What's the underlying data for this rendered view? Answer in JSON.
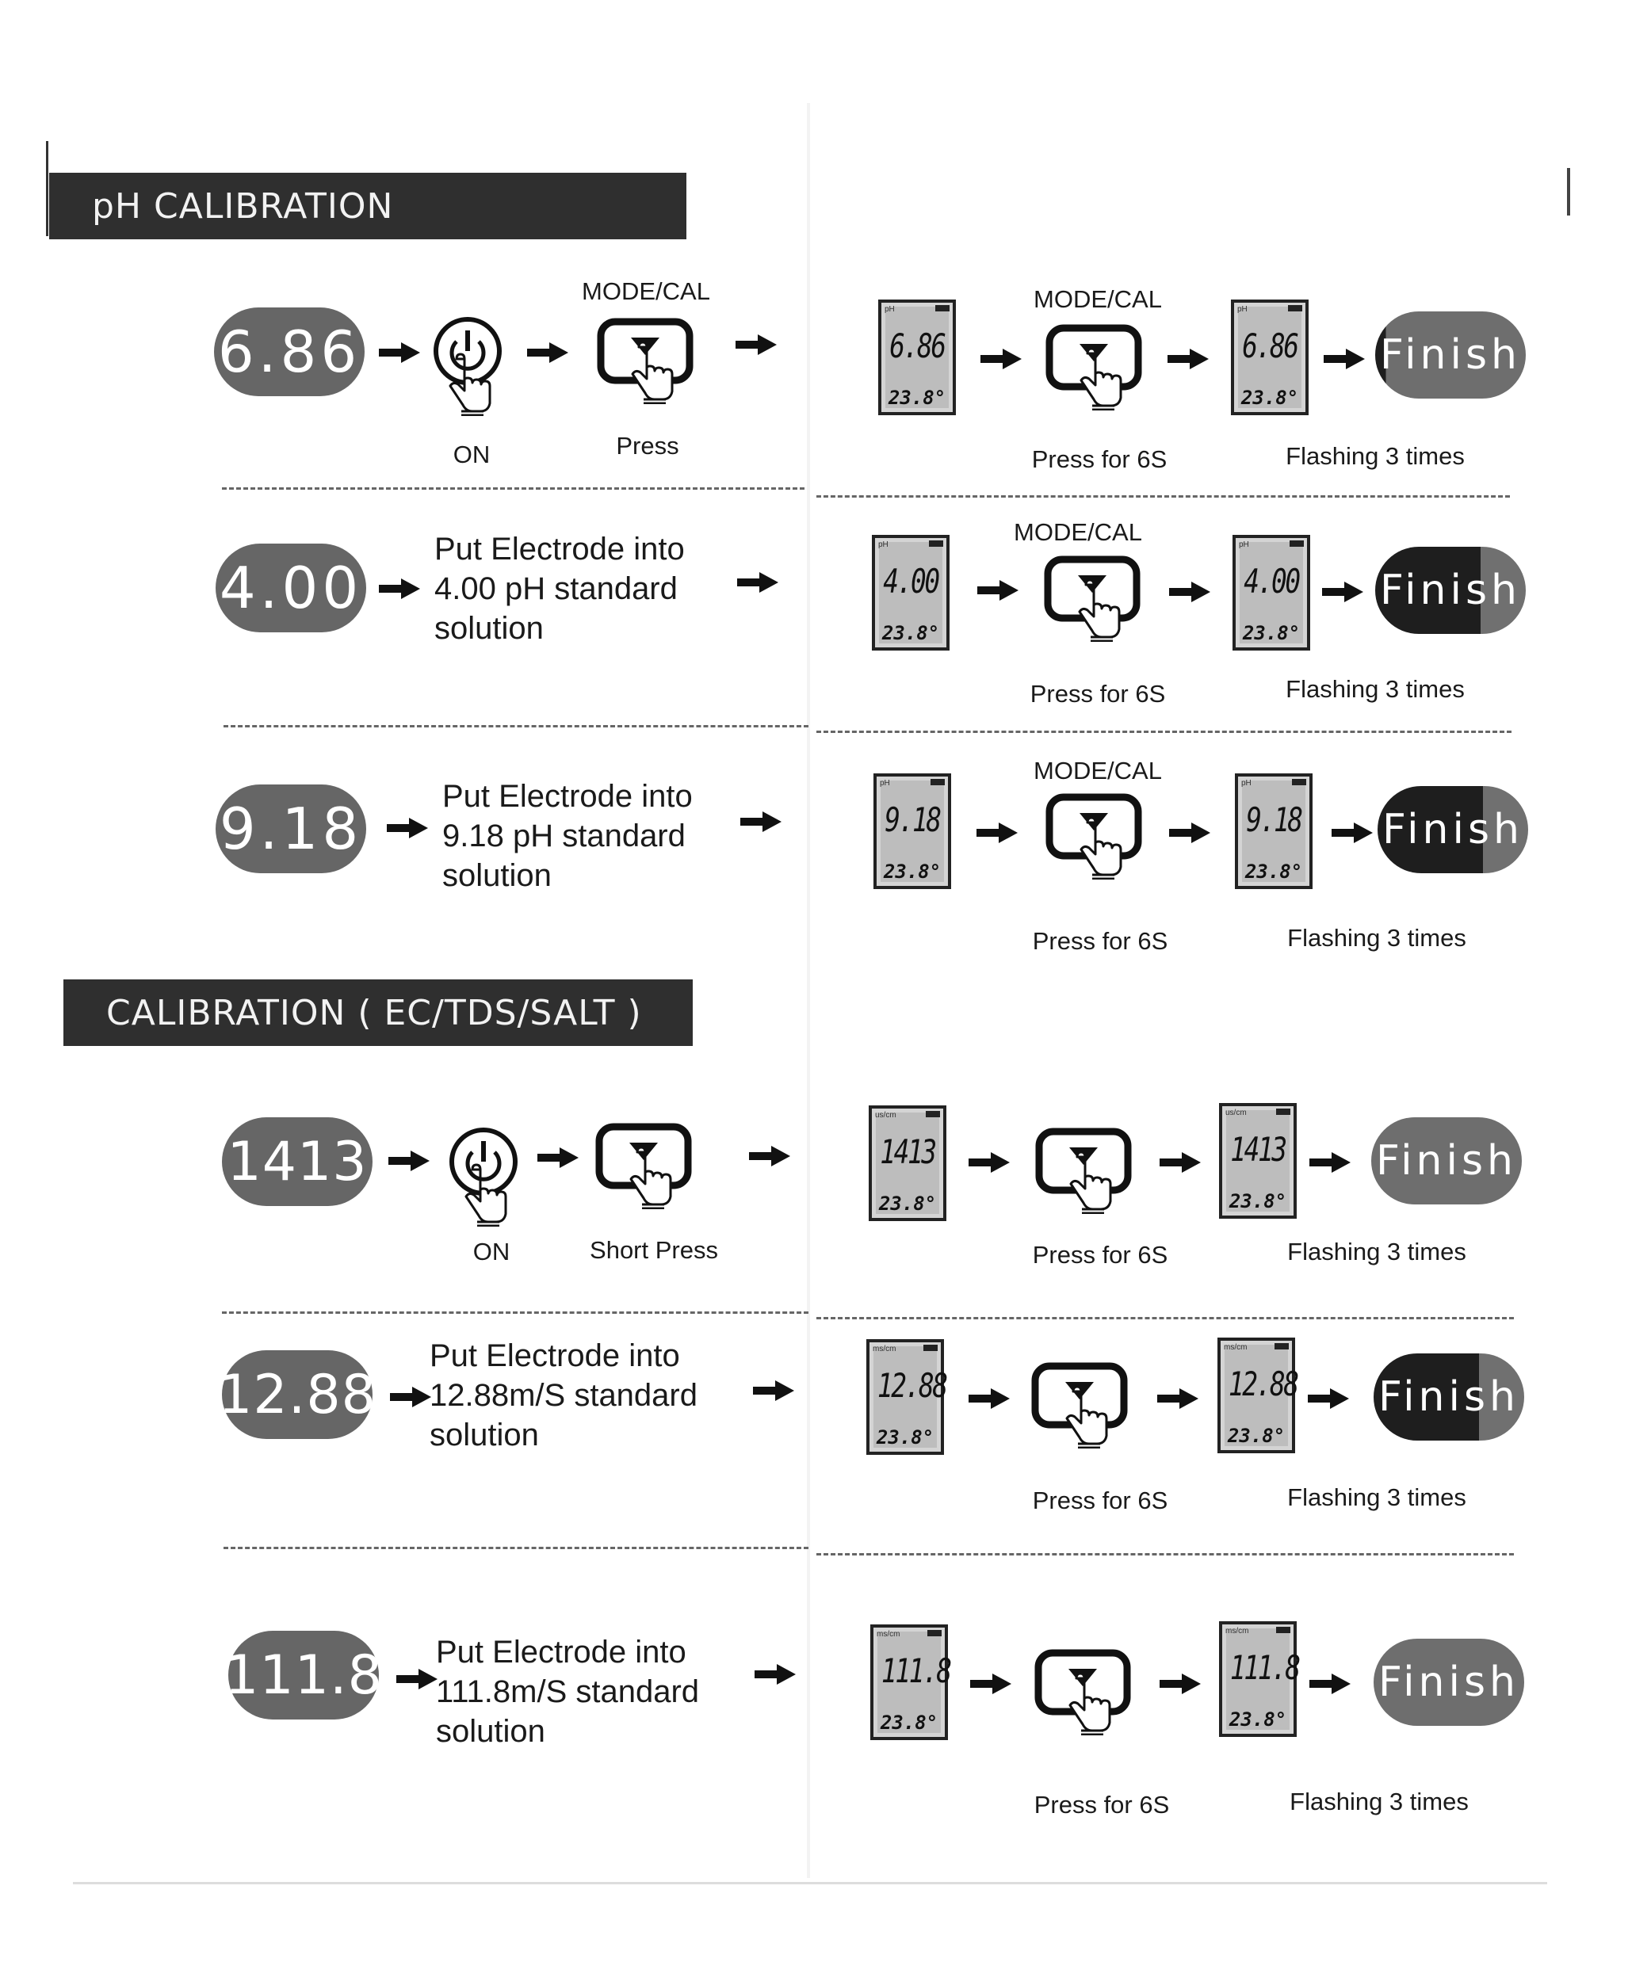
{
  "sections": {
    "ph_title": "pH CALIBRATION",
    "ec_title": "CALIBRATION ( EC/TDS/SALT )"
  },
  "labels": {
    "mode_cal": "MODE/CAL",
    "on": "ON",
    "press": "Press",
    "short_press": "Short Press",
    "press_6s": "Press for 6S",
    "flashing": "Flashing 3 times",
    "finish": "Finish"
  },
  "rows": [
    {
      "value": "6.86",
      "reading": "6.86",
      "temp": "23.8°",
      "unit": "pH"
    },
    {
      "value": "4.00",
      "reading": "4.00",
      "temp": "23.8°",
      "unit": "pH",
      "instruction": "Put Electrode into\n4.00 pH standard\nsolution"
    },
    {
      "value": "9.18",
      "reading": "9.18",
      "temp": "23.8°",
      "unit": "pH",
      "instruction": "Put Electrode into\n9.18 pH standard\nsolution"
    },
    {
      "value": "1413",
      "reading": "1413",
      "temp": "23.8°",
      "unit": "us/cm"
    },
    {
      "value": "12.88",
      "reading": "12.88",
      "temp": "23.8°",
      "unit": "ms/cm",
      "instruction": "Put Electrode into\n12.88m/S standard\nsolution"
    },
    {
      "value": "111.8",
      "reading": "111.8",
      "temp": "23.8°",
      "unit": "ms/cm",
      "instruction": "Put Electrode into\n111.8m/S standard\nsolution"
    }
  ],
  "icons": {
    "arrow": "right-arrow-icon",
    "power_press": "power-button-press-icon",
    "mode_press": "mode-cal-button-press-icon"
  }
}
